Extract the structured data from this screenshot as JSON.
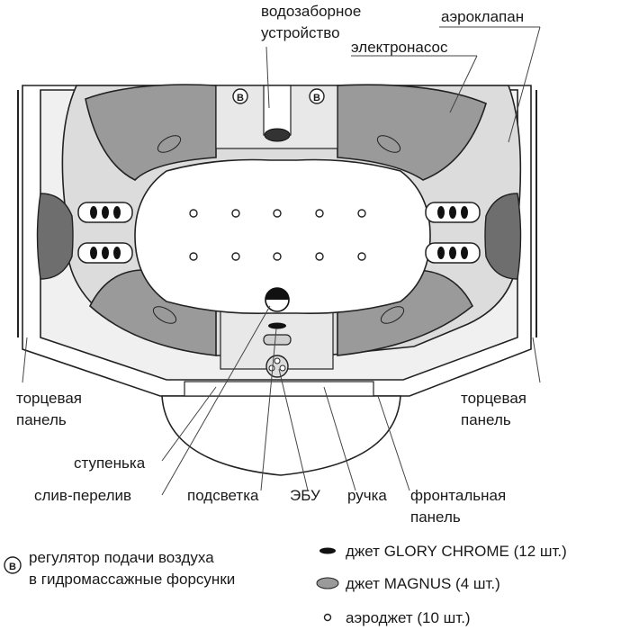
{
  "labels": {
    "intake_1": "водозаборное",
    "intake_2": "устройство",
    "air_valve": "аэроклапан",
    "pump": "электронасос",
    "end_panel_left_1": "торцевая",
    "end_panel_left_2": "панель",
    "end_panel_right_1": "торцевая",
    "end_panel_right_2": "панель",
    "step": "ступенька",
    "drain": "слив-перелив",
    "light": "подсветка",
    "ebu": "ЭБУ",
    "handle": "ручка",
    "front_panel_1": "фронтальная",
    "front_panel_2": "панель"
  },
  "markers": {
    "b_symbol": "B"
  },
  "legend": {
    "air_regulator_1": "регулятор подачи воздуха",
    "air_regulator_2": "в гидромассажные форсунки",
    "glory_chrome": "джет GLORY CHROME (12 шт.)",
    "magnus": "джет MAGNUS (4 шт.)",
    "aerojet": "аэроджет (10 шт.)"
  },
  "colors": {
    "tub_fill": "#dcdcdc",
    "seat_fill": "#9a9a9a",
    "pillow_fill": "#6e6e6e",
    "basin_fill": "#ffffff",
    "jet_dark": "#111111"
  }
}
